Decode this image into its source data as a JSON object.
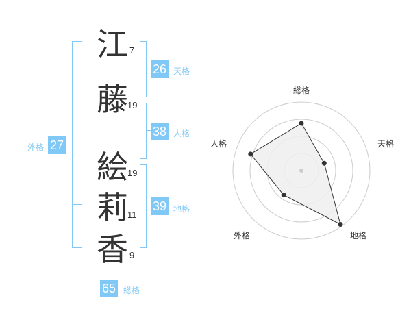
{
  "name": {
    "characters": [
      {
        "char": "江",
        "strokes": "7"
      },
      {
        "char": "藤",
        "strokes": "19"
      },
      {
        "char": "絵",
        "strokes": "19"
      },
      {
        "char": "莉",
        "strokes": "11"
      },
      {
        "char": "香",
        "strokes": "9"
      }
    ]
  },
  "scores": {
    "tenkaku": {
      "value": "26",
      "label": "天格"
    },
    "jinkaku": {
      "value": "38",
      "label": "人格"
    },
    "chikaku": {
      "value": "39",
      "label": "地格"
    },
    "gaikaku": {
      "value": "27",
      "label": "外格"
    },
    "soukaku": {
      "value": "65",
      "label": "総格"
    }
  },
  "colors": {
    "accent": "#80c8f5",
    "text": "#333333",
    "radar_fill": "#eeeeee",
    "radar_ring": "#cccccc",
    "radar_line": "#333333"
  },
  "chart_data": {
    "type": "radar",
    "axes": [
      "総格",
      "天格",
      "地格",
      "外格",
      "人格"
    ],
    "values": [
      0.69,
      0.35,
      0.97,
      0.44,
      0.78
    ],
    "rings": 4
  }
}
